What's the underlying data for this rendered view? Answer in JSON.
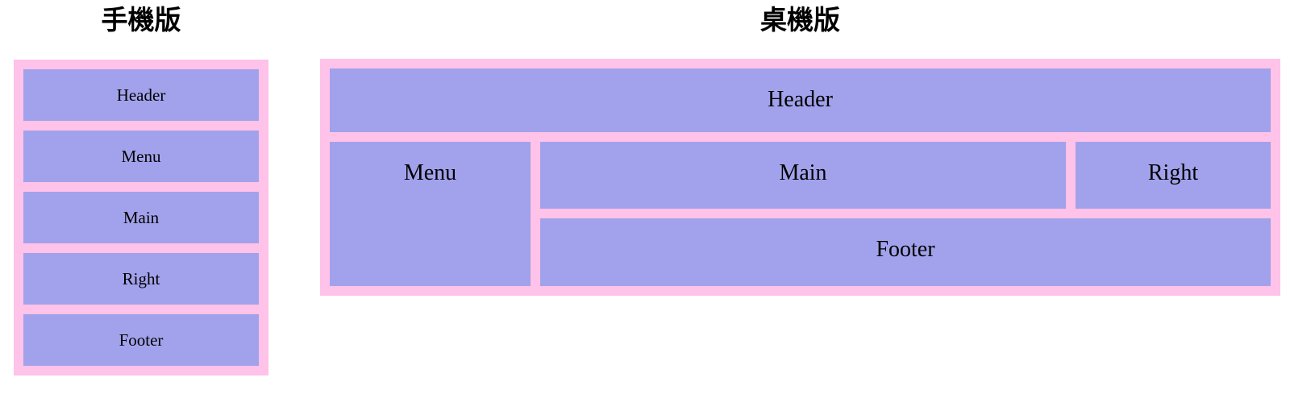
{
  "colors": {
    "container_pink": "#ffc2e8",
    "box_purple": "#a2a2ec",
    "label_text": "#000000"
  },
  "mobile": {
    "title": "手機版",
    "boxes": [
      "Header",
      "Menu",
      "Main",
      "Right",
      "Footer"
    ]
  },
  "desktop": {
    "title": "桌機版",
    "boxes": {
      "header": "Header",
      "menu": "Menu",
      "main": "Main",
      "right": "Right",
      "footer": "Footer"
    }
  }
}
